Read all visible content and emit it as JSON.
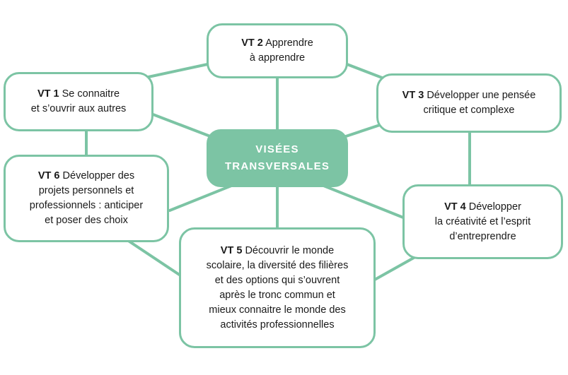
{
  "center": {
    "line1": "VISÉES",
    "line2": "TRANSVERSALES"
  },
  "nodes": {
    "vt1": {
      "label": "VT 1",
      "line1": "Se connaitre",
      "line2": "et s’ouvrir aux autres"
    },
    "vt2": {
      "label": "VT 2",
      "line1": "Apprendre",
      "line2": "à apprendre"
    },
    "vt3": {
      "label": "VT 3",
      "line1": "Développer une pensée",
      "line2": "critique et complexe"
    },
    "vt4": {
      "label": "VT 4",
      "line1": "Développer",
      "line2": "la créativité et l’esprit",
      "line3": "d’entreprendre"
    },
    "vt5": {
      "label": "VT 5",
      "line1": "Découvrir le monde",
      "line2": "scolaire, la diversité des filières",
      "line3": "et des options qui s’ouvrent",
      "line4": "après le tronc commun et",
      "line5": "mieux connaitre le monde des",
      "line6": "activités professionnelles"
    },
    "vt6": {
      "label": "VT 6",
      "line1": "Développer des",
      "line2": "projets personnels et",
      "line3": "professionnels : anticiper",
      "line4": "et poser des choix"
    }
  },
  "colors": {
    "accent": "#7cc4a4",
    "text": "#1a1a1a",
    "center_text": "#ffffff"
  }
}
